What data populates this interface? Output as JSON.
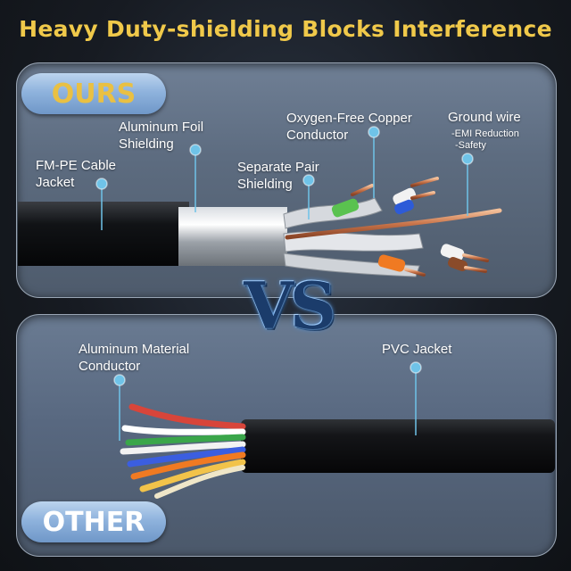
{
  "title": "Heavy Duty-shielding Blocks Interference",
  "ours": {
    "badge": "OURS",
    "labels": {
      "jacket_1": "FM-PE Cable",
      "jacket_2": "Jacket",
      "foil_1": "Aluminum Foil",
      "foil_2": "Shielding",
      "pair_1": "Separate Pair",
      "pair_2": "Shielding",
      "copper_1": "Oxygen-Free Copper",
      "copper_2": "Conductor",
      "ground": "Ground wire",
      "ground_note_1": "-EMI Reduction",
      "ground_note_2": "-Safety"
    }
  },
  "vs_text": "VS",
  "other": {
    "badge": "OTHER",
    "labels": {
      "aluminum_1": "Aluminum Material",
      "aluminum_2": "Conductor",
      "pvc": "PVC Jacket"
    }
  },
  "colors": {
    "title": "#f0c94a",
    "ours_badge_text": "#e9c043",
    "other_badge_text": "#ffffff",
    "marker_dot": "#6fc3e8"
  }
}
